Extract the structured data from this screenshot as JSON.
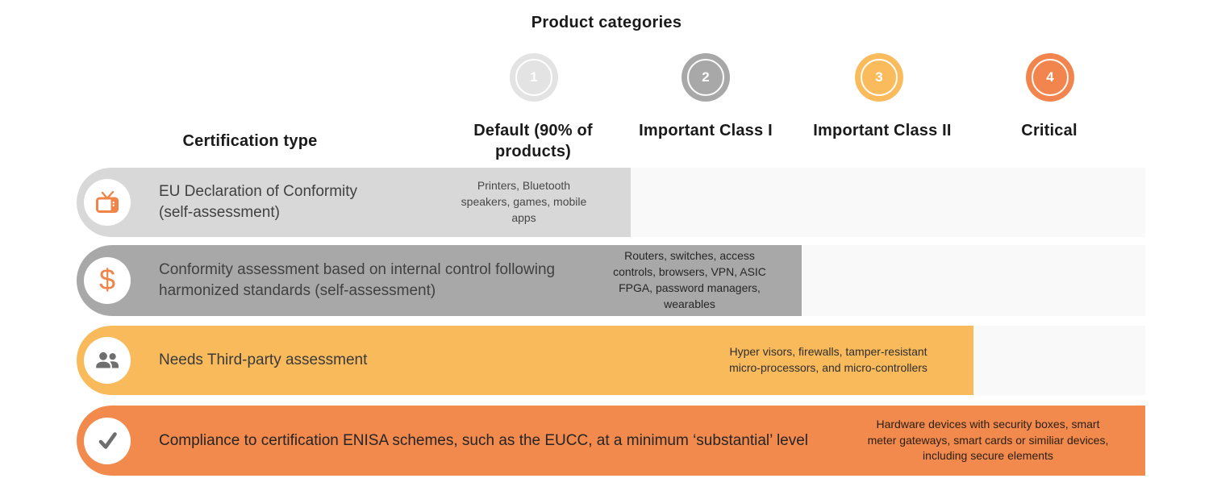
{
  "title": "Product categories",
  "header": {
    "certification_type": "Certification type",
    "categories": [
      {
        "num": "1",
        "label": "Default (90% of\nproducts)",
        "color": "#E3E3E3"
      },
      {
        "num": "2",
        "label": "Important Class I",
        "color": "#A8A8A8"
      },
      {
        "num": "3",
        "label": "Important Class II",
        "color": "#F9BB5C"
      },
      {
        "num": "4",
        "label": "Critical",
        "color": "#F2854E"
      }
    ]
  },
  "rows": [
    {
      "icon": "tv-icon",
      "bar_color": "#D8D8D8",
      "certification": "EU Declaration of Conformity\n(self-assessment)",
      "category": "Default (90% of products)",
      "products": "Printers, Bluetooth\nspeakers, games, mobile\napps"
    },
    {
      "icon": "dollar-icon",
      "bar_color": "#A8A8A8",
      "certification": "Conformity assessment based on internal control following\nharmonized standards (self-assessment)",
      "category": "Important Class I",
      "products": "Routers, switches, access\ncontrols, browsers, VPN, ASIC\nFPGA, password managers,\nwearables"
    },
    {
      "icon": "people-icon",
      "bar_color": "#F9BA5C",
      "certification": "Needs Third-party assessment",
      "category": "Important Class II",
      "products": "Hyper visors, firewalls, tamper-resistant\nmicro-processors, and micro-controllers"
    },
    {
      "icon": "check-icon",
      "bar_color": "#F28A4D",
      "certification": "Compliance to certification ENISA schemes, such as the EUCC, at a minimum ‘substantial’ level",
      "category": "Critical",
      "products": "Hardware devices with security boxes, smart\nmeter gateways, smart cards or similiar devices,\nincluding secure elements"
    }
  ],
  "colors": {
    "icon_orange": "#F0854A",
    "icon_gray": "#6E6E6E",
    "track_background": "#F9F9F9"
  },
  "dollar_glyph": "$"
}
